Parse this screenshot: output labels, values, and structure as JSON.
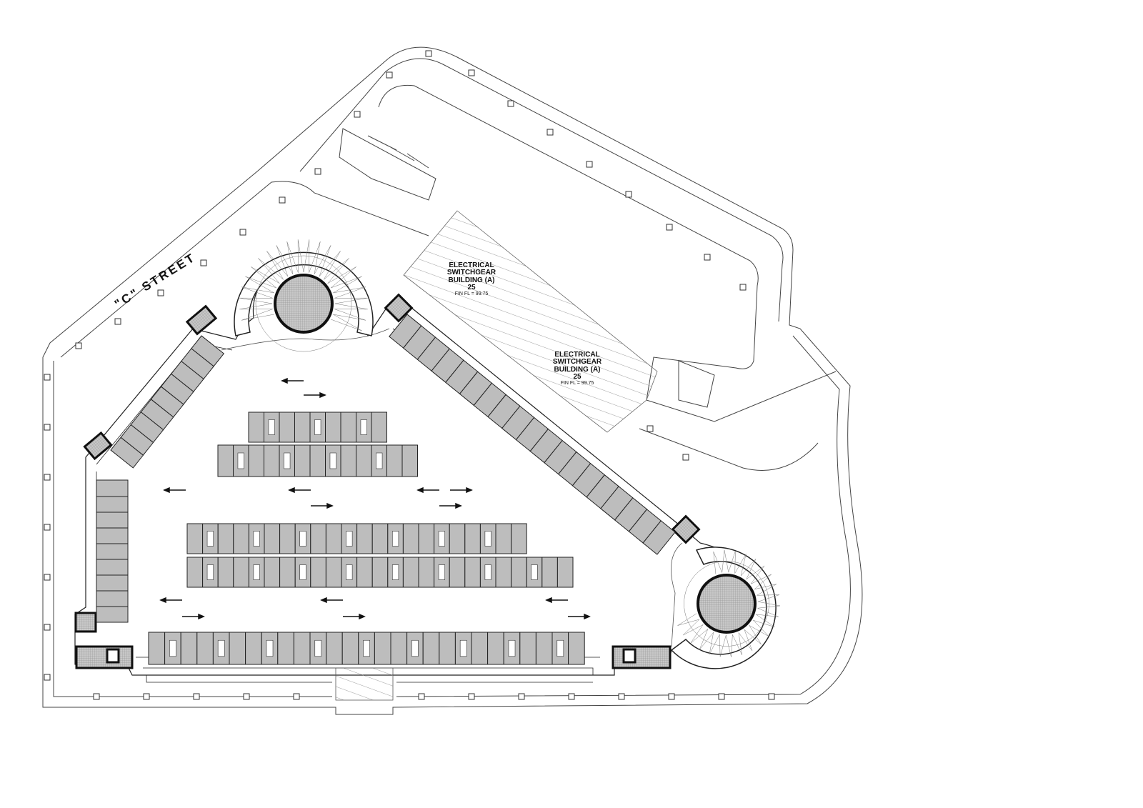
{
  "street": {
    "name": "\"C\" STREET"
  },
  "buildings": [
    {
      "line1": "ELECTRICAL",
      "line2": "SWITCHGEAR",
      "line3": "BUILDING (A)",
      "number": "25",
      "floor": "FIN FL = 99.75"
    },
    {
      "line1": "ELECTRICAL",
      "line2": "SWITCHGEAR",
      "line3": "BUILDING (A)",
      "number": "25",
      "floor": "FIN FL = 99.75"
    }
  ],
  "colors": {
    "line": "#222222",
    "stall_fill": "#b8b8b8",
    "hatch": "#888888"
  }
}
